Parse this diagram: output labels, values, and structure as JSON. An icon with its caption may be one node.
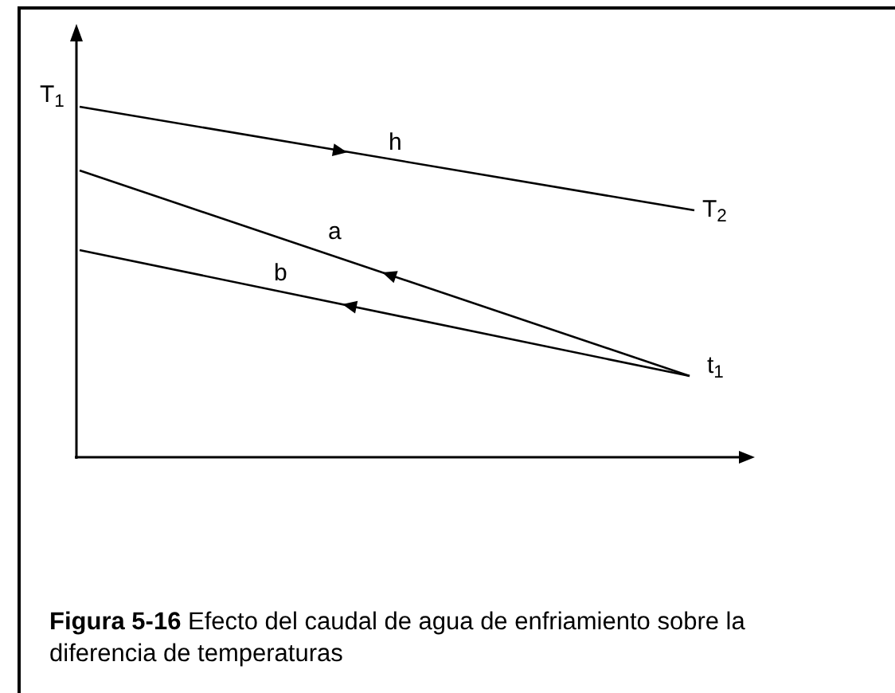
{
  "diagram": {
    "caption": "**Figura 5-16** Efecto del caudal de agua de enfriamiento sobre la diferencia de temperaturas",
    "labels": [
      "T$_{1}$",
      "h",
      "T$_{2}$",
      "a",
      "b",
      "t$_{1}$"
    ]
  }
}
